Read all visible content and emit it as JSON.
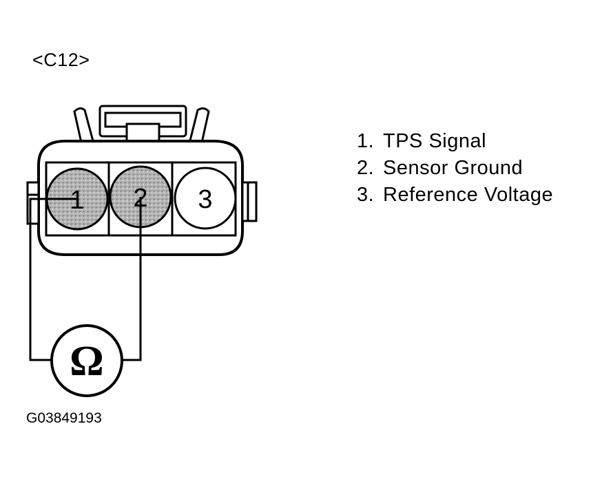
{
  "connector": {
    "id_label": "<C12>",
    "pins": [
      {
        "number": "1",
        "shaded": true
      },
      {
        "number": "2",
        "shaded": true
      },
      {
        "number": "3",
        "shaded": false
      }
    ]
  },
  "meter": {
    "symbol": "Ω",
    "icon": "ohmmeter-icon"
  },
  "legend": [
    {
      "num": "1.",
      "text": "TPS Signal"
    },
    {
      "num": "2.",
      "text": "Sensor Ground"
    },
    {
      "num": "3.",
      "text": "Reference Voltage"
    }
  ],
  "figure_id": "G03849193",
  "colors": {
    "line": "#000000",
    "shade": "#9a9a9a",
    "background": "#ffffff"
  }
}
